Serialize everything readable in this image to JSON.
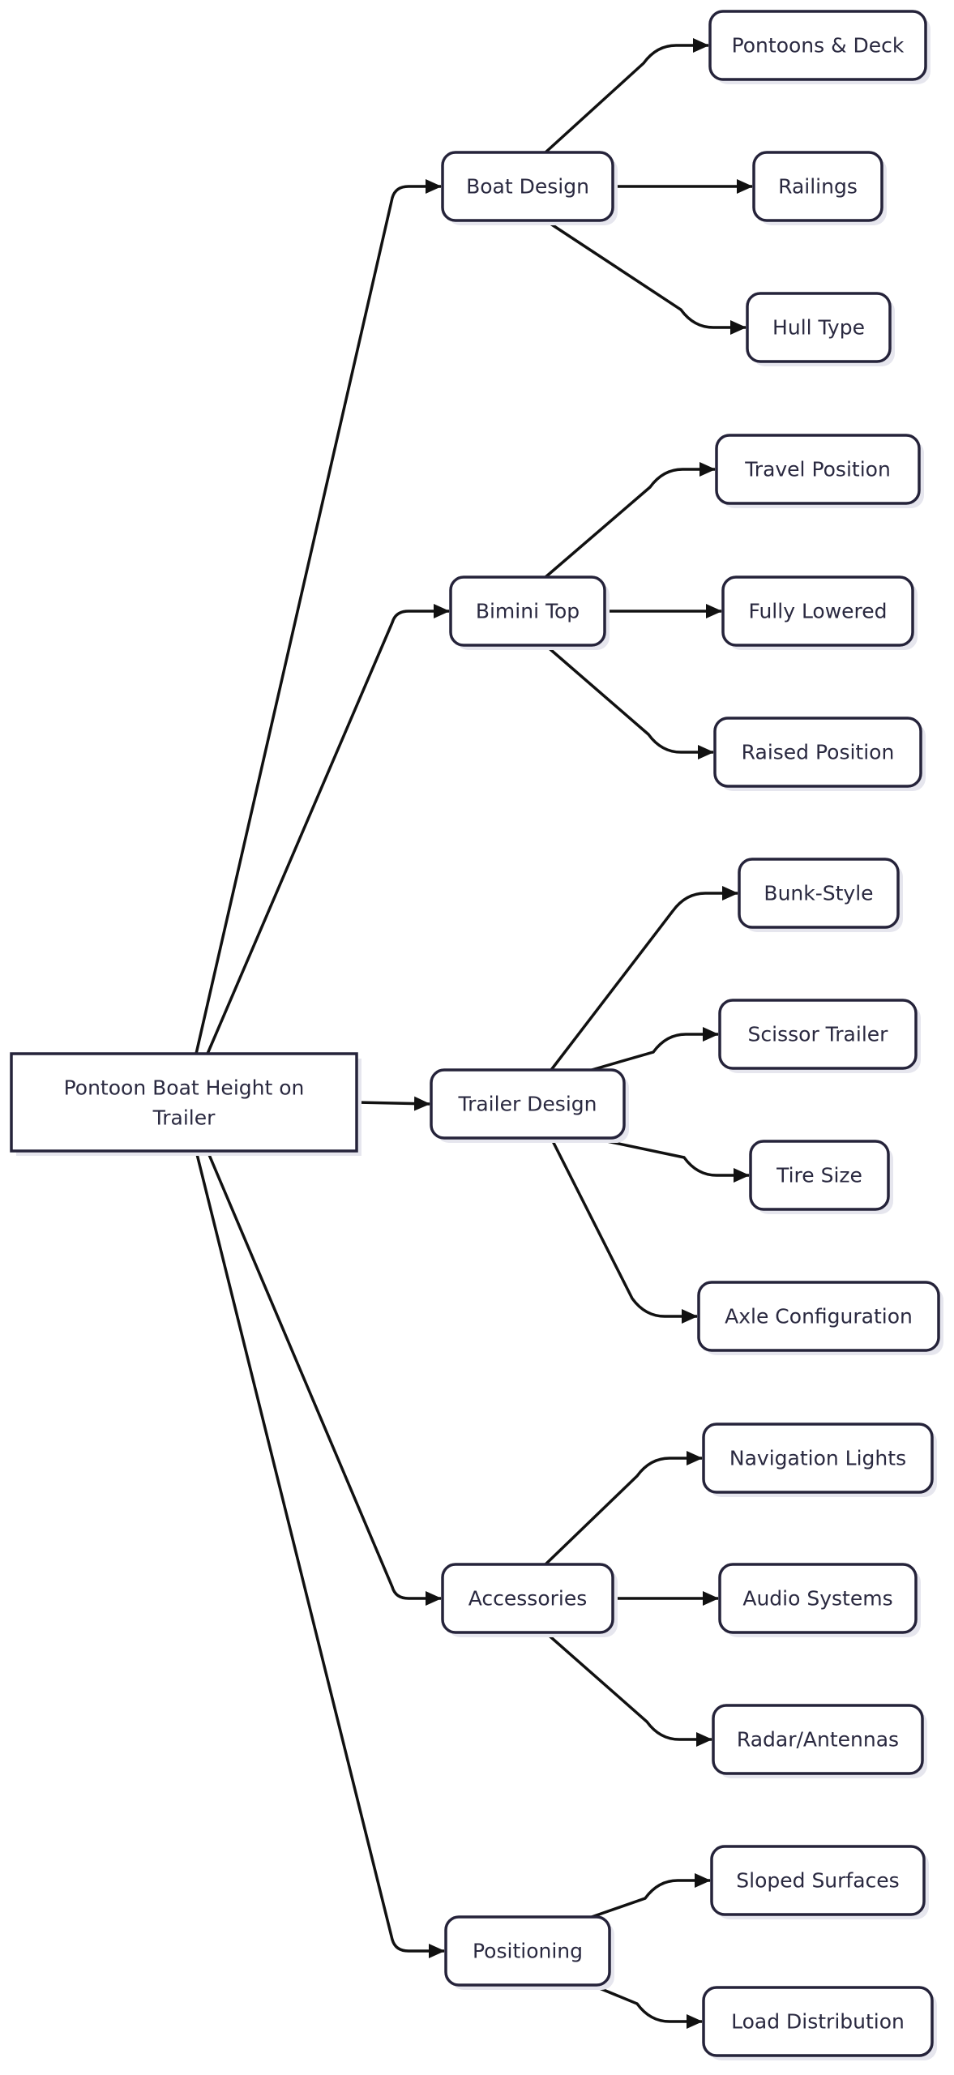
{
  "root": {
    "label": [
      "Pontoon Boat Height on",
      "Trailer"
    ]
  },
  "categories": [
    {
      "label": "Boat Design",
      "children": [
        "Pontoons & Deck",
        "Railings",
        "Hull Type"
      ]
    },
    {
      "label": "Bimini Top",
      "children": [
        "Travel Position",
        "Fully Lowered",
        "Raised Position"
      ]
    },
    {
      "label": "Trailer Design",
      "children": [
        "Bunk-Style",
        "Scissor Trailer",
        "Tire Size",
        "Axle Configuration"
      ]
    },
    {
      "label": "Accessories",
      "children": [
        "Navigation Lights",
        "Audio Systems",
        "Radar/Antennas"
      ]
    },
    {
      "label": "Positioning",
      "children": [
        "Sloped Surfaces",
        "Load Distribution"
      ]
    }
  ],
  "colors": {
    "stroke": "#25233a",
    "text": "#2a2940",
    "edge": "#111111",
    "shadow": "#e6e6ee"
  }
}
